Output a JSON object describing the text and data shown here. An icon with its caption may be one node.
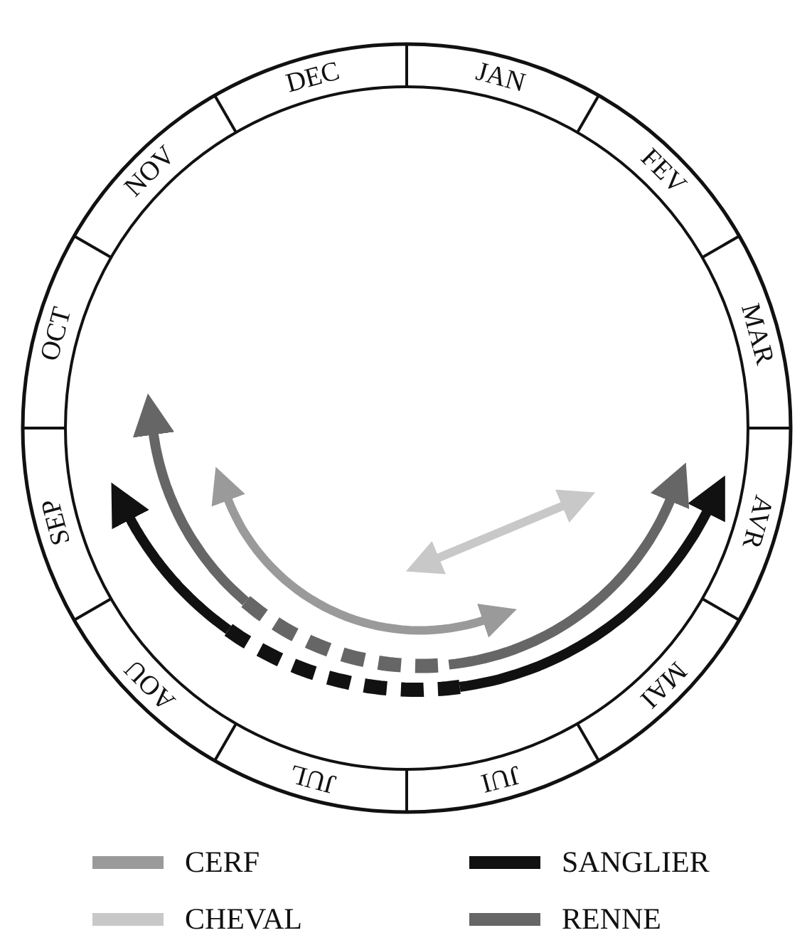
{
  "diagram": {
    "labels": [
      "DEC",
      "JAN",
      "FEV",
      "MAR",
      "AVR",
      "MAI",
      "JUI",
      "JUL",
      "AOU",
      "SEP",
      "OCT",
      "NOV"
    ],
    "legend": [
      {
        "text": "CERF",
        "color": "#9a9a9a"
      },
      {
        "text": "SANGLIER",
        "color": "#111111"
      },
      {
        "text": "CHEVAL",
        "color": "#c8c8c8"
      },
      {
        "text": "RENNE",
        "color": "#666666"
      }
    ]
  }
}
